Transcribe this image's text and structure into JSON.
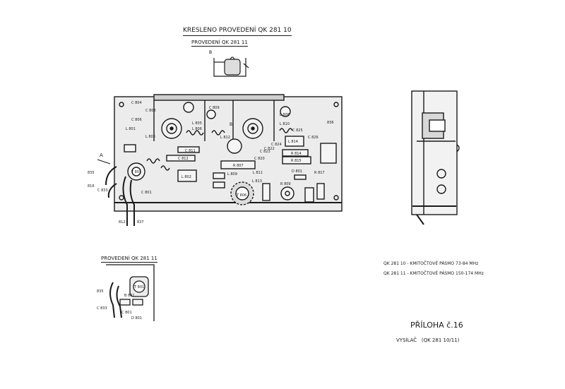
{
  "header": {
    "drawn_version": "KRESLENO PROVEDENÍ QK 281 10",
    "version_11": "PROVEDENÍ QK 281 11",
    "detail_letter": "B"
  },
  "lower_detail": {
    "title": "PROVEDENÍ QK 281 11",
    "labels": [
      "835",
      "C 833",
      "T 801",
      "C 801",
      "D 801",
      "B 801"
    ]
  },
  "notes": {
    "line1": "QK 281 10 - KMITOČTOVÉ PÁSMO 73-84 MHz",
    "line2": "QK 281 11 - KMITOČTOVÉ PÁSMO 150-174 MHz"
  },
  "plate": {
    "title": "PŘÍLOHA č.16",
    "subtitle": "VYSÍLAČ   (QK 281 10/11)"
  },
  "components": {
    "c804": "C 804",
    "c806": "C 806",
    "c808": "C 808",
    "l801": "L 801",
    "l803": "L 803",
    "l805": "L 805",
    "l806": "L 806",
    "c809": "C 809",
    "l812": "L 812",
    "l808": "L 808",
    "l810": "L 810",
    "c825": "C 825",
    "c826": "C 826",
    "c823": "C 823",
    "c824": "C 824",
    "c811": "C 811",
    "c812": "C 812",
    "c820": "C 820",
    "c822": "C 822",
    "l814": "L 814",
    "r814": "R 814",
    "r815": "R 815",
    "r807": "R 807",
    "l802": "L 802",
    "t801": "T 801",
    "c801": "C 801",
    "c833": "C 833",
    "l809": "L 809",
    "l811": "L 811",
    "l813": "L 813",
    "t806": "T 806",
    "d801": "D 801",
    "r809": "R 809",
    "r817": "R 817",
    "b36": "836",
    "a": "A",
    "b": "B",
    "n835": "835",
    "n816": "816",
    "n812": "812",
    "n837": "837"
  },
  "colors": {
    "ink": "#1a1a1a",
    "board": "#e6e6e6",
    "paper": "#ffffff"
  }
}
